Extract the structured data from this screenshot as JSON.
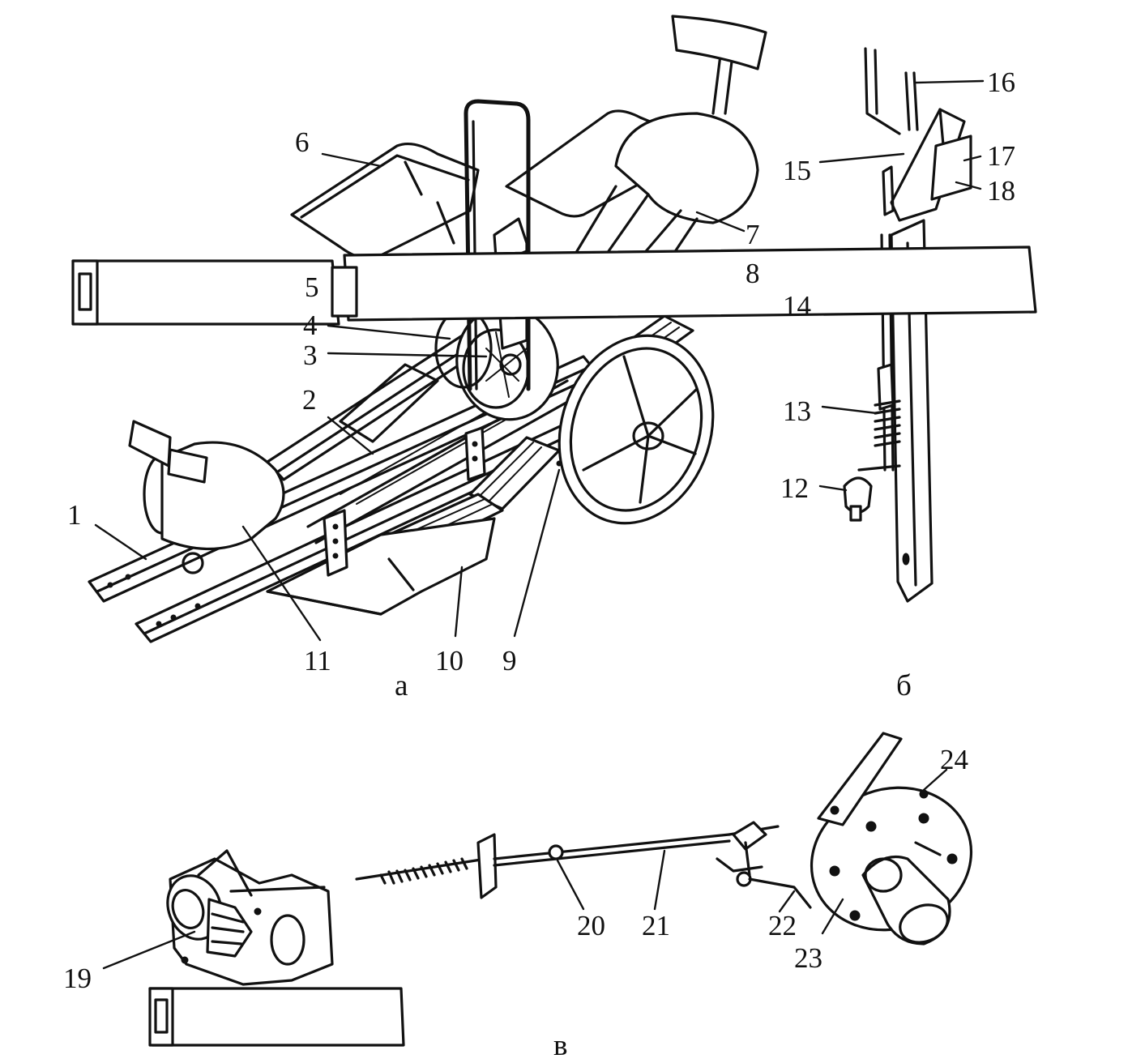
{
  "subfigures": {
    "a": "а",
    "b": "б",
    "v": "в"
  },
  "callouts": {
    "c1": "1",
    "c2": "2",
    "c3": "3",
    "c4": "4",
    "c5": "5",
    "c6": "6",
    "c7": "7",
    "c8": "8",
    "c9": "9",
    "c10": "10",
    "c11": "11",
    "c12": "12",
    "c13": "13",
    "c14": "14",
    "c15": "15",
    "c16": "16",
    "c17": "17",
    "c18": "18",
    "c19": "19",
    "c20": "20",
    "c21": "21",
    "c22": "22",
    "c23": "23",
    "c24": "24"
  },
  "colors": {
    "ink": "#111111",
    "paper": "#ffffff"
  }
}
